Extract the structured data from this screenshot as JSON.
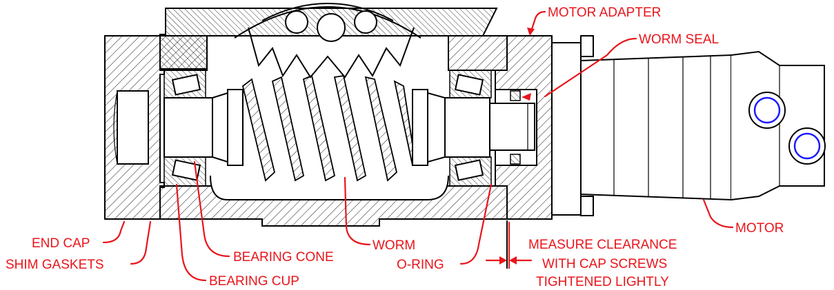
{
  "labels": {
    "motor_adapter": "MOTOR ADAPTER",
    "worm_seal": "WORM SEAL",
    "motor": "MOTOR",
    "end_cap": "END CAP",
    "shim_gaskets": "SHIM GASKETS",
    "bearing_cone": "BEARING CONE",
    "bearing_cup": "BEARING CUP",
    "worm": "WORM",
    "o_ring": "O-RING",
    "measure_line1": "MEASURE CLEARANCE",
    "measure_line2": "WITH CAP SCREWS",
    "measure_line3": "TIGHTENED LIGHTLY"
  },
  "colors": {
    "callout": "#e8151b",
    "line": "#000000",
    "port_ring": "#1a1aff"
  }
}
